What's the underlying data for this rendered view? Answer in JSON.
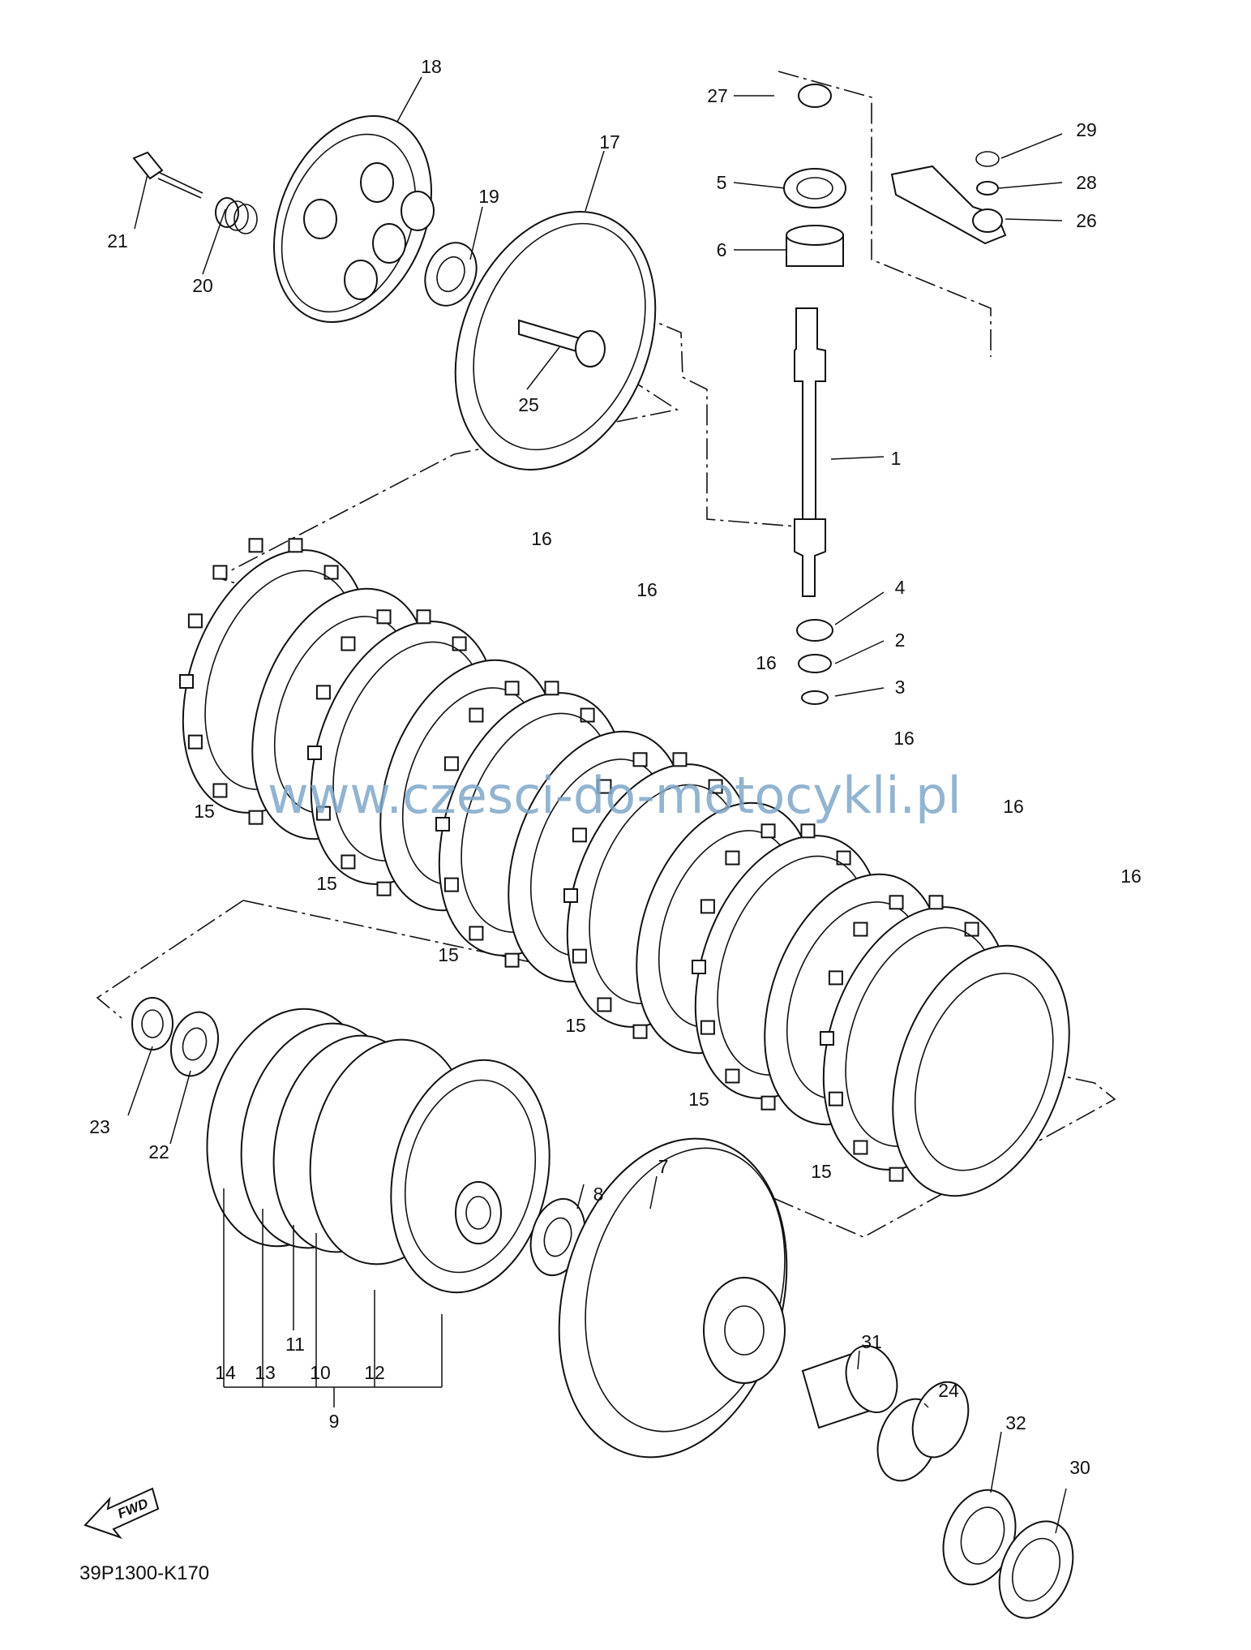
{
  "diagram": {
    "drawing_code": "39P1300-K170",
    "watermark": "www.czesci-do-motocykli.pl",
    "fwd_label": "FWD",
    "callouts": [
      "1",
      "2",
      "3",
      "4",
      "5",
      "6",
      "7",
      "8",
      "9",
      "10",
      "11",
      "12",
      "13",
      "14",
      "15",
      "16",
      "17",
      "18",
      "19",
      "20",
      "21",
      "22",
      "23",
      "24",
      "25",
      "26",
      "27",
      "28",
      "29",
      "30",
      "31",
      "32"
    ]
  }
}
